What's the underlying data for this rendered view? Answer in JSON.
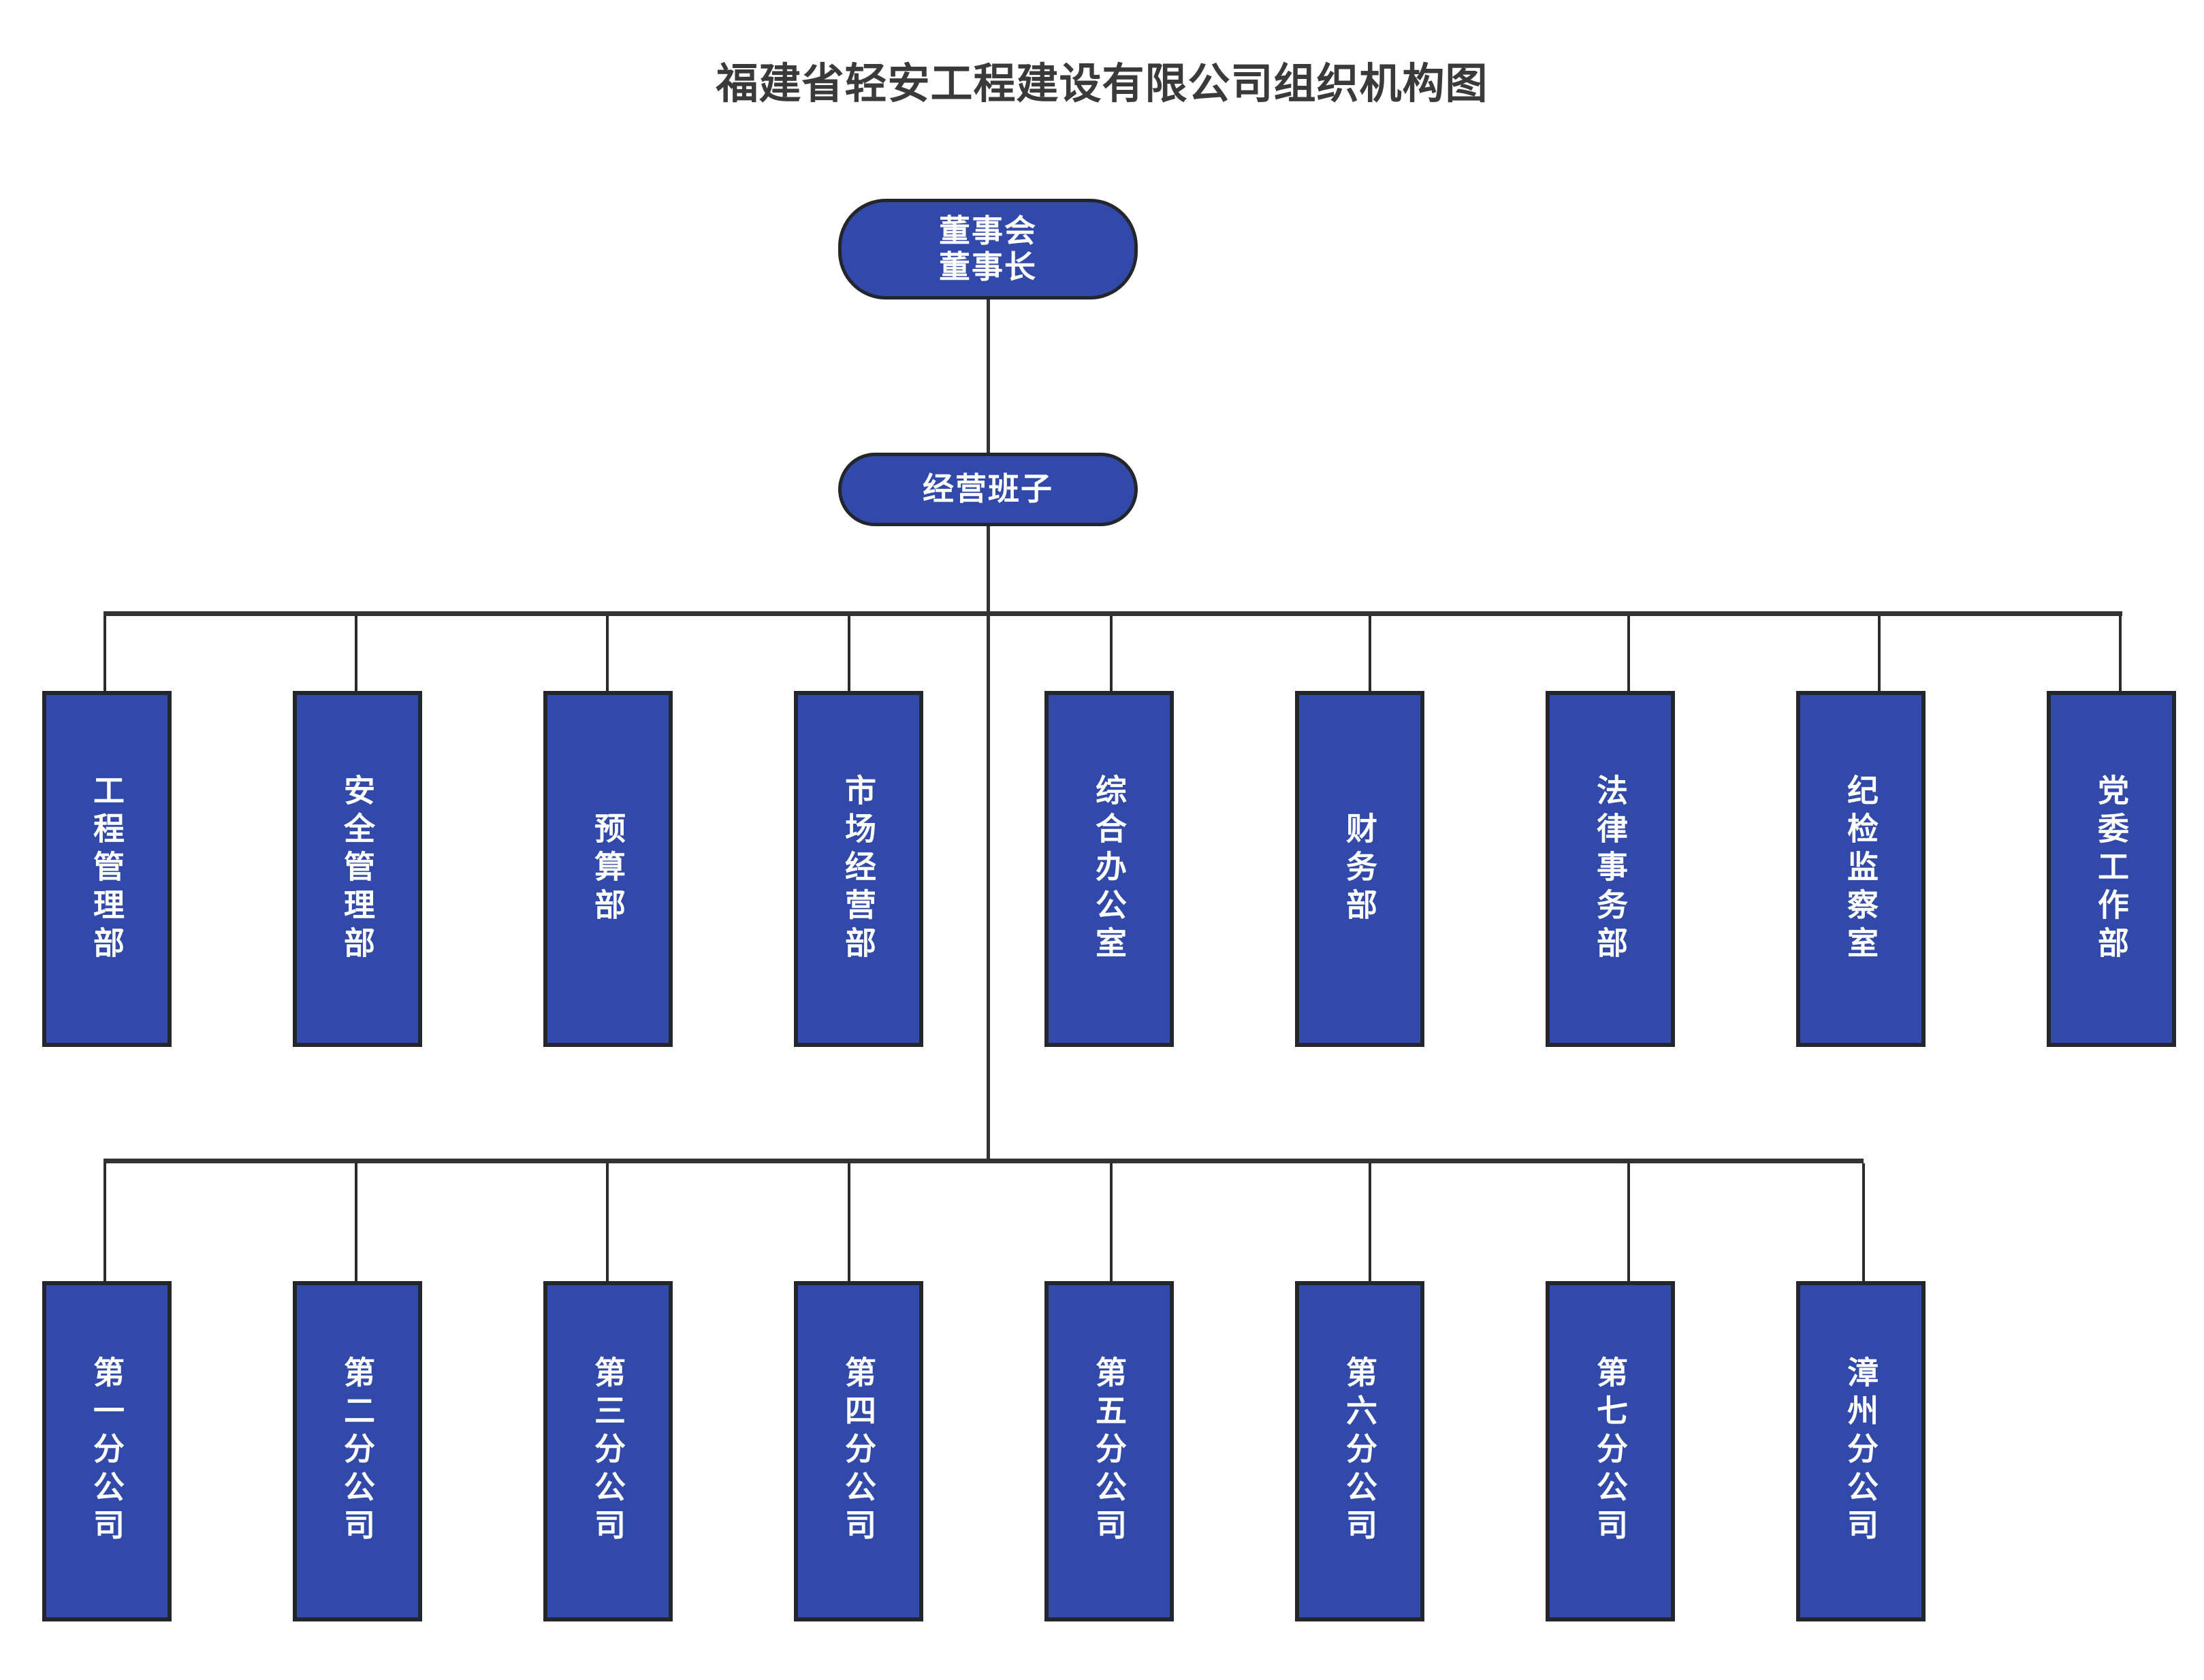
{
  "title": "福建省轻安工程建设有限公司组织机构图",
  "colors": {
    "node_fill": "#3149A8",
    "node_border": "#23262b",
    "node_text": "#ffffff",
    "line": "#333333",
    "title_text": "#3a3a3a",
    "background": "#ffffff"
  },
  "chart_data": {
    "type": "org-chart",
    "title": "福建省轻安工程建设有限公司组织机构图",
    "orientation": "top-down",
    "node_shapes": {
      "level1": "rounded-pill",
      "level2": "rounded-pill",
      "level3": "vertical-rectangle",
      "level4": "vertical-rectangle"
    },
    "nodes": [
      {
        "id": "board",
        "level": 1,
        "label": "董事会\n董事长",
        "shape": "rounded-pill",
        "parent": null
      },
      {
        "id": "mgmt",
        "level": 2,
        "label": "经营班子",
        "shape": "rounded-pill",
        "parent": "board"
      },
      {
        "id": "dept1",
        "level": 3,
        "label": "工程管理部",
        "shape": "vertical-rectangle",
        "parent": "mgmt"
      },
      {
        "id": "dept2",
        "level": 3,
        "label": "安全管理部",
        "shape": "vertical-rectangle",
        "parent": "mgmt"
      },
      {
        "id": "dept3",
        "level": 3,
        "label": "预算部",
        "shape": "vertical-rectangle",
        "parent": "mgmt"
      },
      {
        "id": "dept4",
        "level": 3,
        "label": "市场经营部",
        "shape": "vertical-rectangle",
        "parent": "mgmt"
      },
      {
        "id": "dept5",
        "level": 3,
        "label": "综合办公室",
        "shape": "vertical-rectangle",
        "parent": "mgmt"
      },
      {
        "id": "dept6",
        "level": 3,
        "label": "财务部",
        "shape": "vertical-rectangle",
        "parent": "mgmt"
      },
      {
        "id": "dept7",
        "level": 3,
        "label": "法律事务部",
        "shape": "vertical-rectangle",
        "parent": "mgmt"
      },
      {
        "id": "dept8",
        "level": 3,
        "label": "纪检监察室",
        "shape": "vertical-rectangle",
        "parent": "mgmt"
      },
      {
        "id": "dept9",
        "level": 3,
        "label": "党委工作部",
        "shape": "vertical-rectangle",
        "parent": "mgmt"
      },
      {
        "id": "branch1",
        "level": 4,
        "label": "第一分公司",
        "shape": "vertical-rectangle",
        "parent": "mgmt"
      },
      {
        "id": "branch2",
        "level": 4,
        "label": "第二分公司",
        "shape": "vertical-rectangle",
        "parent": "mgmt"
      },
      {
        "id": "branch3",
        "level": 4,
        "label": "第三分公司",
        "shape": "vertical-rectangle",
        "parent": "mgmt"
      },
      {
        "id": "branch4",
        "level": 4,
        "label": "第四分公司",
        "shape": "vertical-rectangle",
        "parent": "mgmt"
      },
      {
        "id": "branch5",
        "level": 4,
        "label": "第五分公司",
        "shape": "vertical-rectangle",
        "parent": "mgmt"
      },
      {
        "id": "branch6",
        "level": 4,
        "label": "第六分公司",
        "shape": "vertical-rectangle",
        "parent": "mgmt"
      },
      {
        "id": "branch7",
        "level": 4,
        "label": "第七分公司",
        "shape": "vertical-rectangle",
        "parent": "mgmt"
      },
      {
        "id": "branch8",
        "level": 4,
        "label": "漳州分公司",
        "shape": "vertical-rectangle",
        "parent": "mgmt"
      }
    ]
  },
  "root": {
    "line1": "董事会",
    "line2": "董事长",
    "text": "董事会\n董事长"
  },
  "management": {
    "label": "经营班子"
  },
  "departments": [
    {
      "label": "工程管理部"
    },
    {
      "label": "安全管理部"
    },
    {
      "label": "预算部"
    },
    {
      "label": "市场经营部"
    },
    {
      "label": "综合办公室"
    },
    {
      "label": "财务部"
    },
    {
      "label": "法律事务部"
    },
    {
      "label": "纪检监察室"
    },
    {
      "label": "党委工作部"
    }
  ],
  "branches": [
    {
      "label": "第一分公司"
    },
    {
      "label": "第二分公司"
    },
    {
      "label": "第三分公司"
    },
    {
      "label": "第四分公司"
    },
    {
      "label": "第五分公司"
    },
    {
      "label": "第六分公司"
    },
    {
      "label": "第七分公司"
    },
    {
      "label": "漳州分公司"
    }
  ]
}
